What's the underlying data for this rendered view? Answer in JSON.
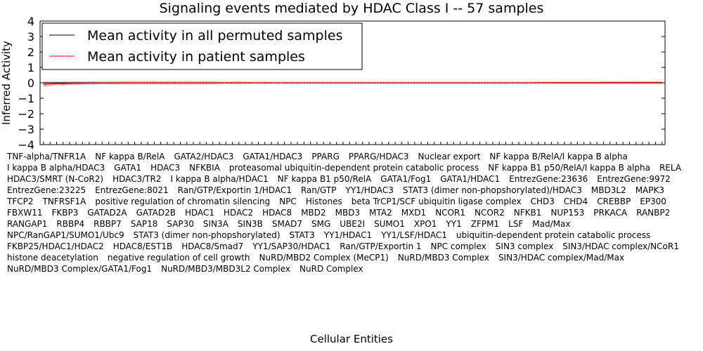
{
  "chart_data": {
    "type": "line",
    "title": "Signaling events mediated by HDAC Class I -- 57 samples",
    "xlabel": "Cellular Entities",
    "ylabel": "Inferred Activity",
    "ylim": [
      -4,
      4
    ],
    "yticks": [
      "4",
      "3",
      "2",
      "1",
      "0",
      "−1",
      "−2",
      "−3",
      "−4"
    ],
    "grid": false,
    "legend_position": "top-left",
    "categories": [
      "TNF-alpha/TNFR1A",
      "NF kappa B/RelA",
      "GATA2/HDAC3",
      "GATA1/HDAC3",
      "PPARG",
      "PPARG/HDAC3",
      "Nuclear export",
      "NF kappa B/RelA/I kappa B alpha",
      "I kappa B alpha/HDAC3",
      "GATA1",
      "HDAC3",
      "NFKBIA",
      "proteasomal ubiquitin-dependent protein catabolic process",
      "NF kappa B1 p50/RelA/I kappa B alpha",
      "RELA",
      "HDAC3/SMRT (N-CoR2)",
      "HDAC3/TR2",
      "I kappa B alpha/HDAC1",
      "NF kappa B1 p50/RelA",
      "GATA1/Fog1",
      "GATA1/HDAC1",
      "EntrezGene:23636",
      "EntrezGene:9972",
      "EntrezGene:23225",
      "EntrezGene:8021",
      "Ran/GTP/Exportin 1/HDAC1",
      "Ran/GTP",
      "YY1/HDAC3",
      "STAT3 (dimer non-phopshorylated)/HDAC3",
      "MBD3L2",
      "MAPK3",
      "TFCP2",
      "TNFRSF1A",
      "positive regulation of chromatin silencing",
      "NPC",
      "Histones",
      "beta TrCP1/SCF ubiquitin ligase complex",
      "CHD3",
      "CHD4",
      "CREBBP",
      "EP300",
      "FBXW11",
      "FKBP3",
      "GATAD2A",
      "GATAD2B",
      "HDAC1",
      "HDAC2",
      "HDAC8",
      "MBD2",
      "MBD3",
      "MTA2",
      "MXD1",
      "NCOR1",
      "NCOR2",
      "NFKB1",
      "NUP153",
      "PRKACA",
      "RANBP2",
      "RANGAP1",
      "RBBP4",
      "RBBP7",
      "SAP18",
      "SAP30",
      "SIN3A",
      "SIN3B",
      "SMAD7",
      "SMG",
      "UBE2I",
      "SUMO1",
      "XPO1",
      "YY1",
      "ZFPM1",
      "LSF",
      "Mad/Max",
      "NPC/RanGAP1/SUMO1/Ubc9",
      "STAT3 (dimer non-phopshorylated)",
      "STAT3",
      "YY1/HDAC1",
      "YY1/LSF/HDAC1",
      "ubiquitin-dependent protein catabolic process",
      "FKBP25/HDAC1/HDAC2",
      "HDAC8/EST1B",
      "HDAC8/Smad7",
      "YY1/SAP30/HDAC1",
      "Ran/GTP/Exportin 1",
      "NPC complex",
      "SIN3 complex",
      "SIN3/HDAC complex/NCoR1",
      "histone deacetylation",
      "negative regulation of cell growth",
      "NuRD/MBD2 Complex (MeCP1)",
      "NuRD/MBD3 Complex",
      "SIN3/HDAC complex/Mad/Max",
      "NuRD/MBD3 Complex/GATA1/Fog1",
      "NuRD/MBD3/MBD3L2 Complex",
      "NuRD Complex"
    ],
    "series": [
      {
        "name": "Mean activity in all permuted samples",
        "color": "#000000",
        "band_color": "#d3d3d3",
        "values": [
          0,
          0,
          0,
          0,
          0,
          0,
          0,
          0,
          0,
          0,
          0,
          0,
          0,
          0,
          0,
          0,
          0,
          0,
          0,
          0,
          0,
          0,
          0,
          0,
          0,
          0,
          0,
          0,
          0,
          0,
          0,
          0,
          0,
          0,
          0,
          0,
          0,
          0,
          0,
          0,
          0,
          0,
          0,
          0,
          0,
          0,
          0,
          0,
          0,
          0,
          0,
          0,
          0,
          0,
          0,
          0,
          0,
          0,
          0,
          0,
          0,
          0,
          0,
          0,
          0,
          0,
          0,
          0,
          0,
          0,
          0,
          0,
          0,
          0,
          0,
          0,
          0,
          0,
          0,
          0,
          0,
          0,
          0,
          0,
          0,
          0,
          0,
          0,
          0,
          0,
          0,
          0,
          0,
          0,
          0,
          0
        ],
        "band": [
          0.1,
          0.1,
          0.1,
          0.1,
          0.1,
          0.1,
          0.1,
          0.1,
          0.1,
          0.1,
          0.1,
          0.1,
          0.1,
          0.1,
          0.1,
          0.1,
          0.1,
          0.1,
          0.1,
          0.1,
          0.1,
          0.1,
          0.1,
          0.1,
          0.1,
          0.1,
          0.1,
          0.1,
          0.1,
          0.1,
          0.1,
          0.1,
          0.1,
          0.1,
          0.1,
          0.1,
          0.1,
          0.1,
          0.1,
          0.1,
          0.1,
          0.1,
          0.1,
          0.1,
          0.1,
          0.1,
          0.1,
          0.1,
          0.1,
          0.1,
          0.1,
          0.1,
          0.1,
          0.1,
          0.1,
          0.1,
          0.1,
          0.1,
          0.1,
          0.1,
          0.1,
          0.1,
          0.1,
          0.1,
          0.1,
          0.1,
          0.1,
          0.1,
          0.1,
          0.1,
          0.1,
          0.1,
          0.1,
          0.1,
          0.1,
          0.1,
          0.1,
          0.1,
          0.1,
          0.1,
          0.1,
          0.1,
          0.1,
          0.1,
          0.1,
          0.1,
          0.1,
          0.1,
          0.1,
          0.1,
          0.1,
          0.1,
          0.1,
          0.1,
          0.1,
          0.1
        ]
      },
      {
        "name": "Mean activity in patient samples",
        "color": "#ff0000",
        "band_color": "#f4a0a0",
        "values": [
          -0.09,
          -0.07,
          -0.05,
          -0.05,
          -0.04,
          -0.03,
          -0.03,
          -0.02,
          -0.02,
          -0.01,
          -0.01,
          -0.01,
          0,
          0,
          0,
          0,
          0,
          0,
          0,
          0,
          0,
          0,
          0,
          0,
          0,
          0,
          0,
          0,
          0,
          0,
          0,
          0,
          0,
          0,
          0,
          0,
          0,
          0,
          0,
          0,
          0,
          0,
          0,
          0,
          0,
          0,
          0,
          0,
          0,
          0,
          0,
          0,
          0,
          0,
          0,
          0,
          0,
          0,
          0,
          0,
          0,
          0,
          0,
          0,
          0,
          0,
          0,
          0,
          0,
          0,
          0,
          0,
          0,
          0,
          0,
          0,
          0.01,
          0.01,
          0.01,
          0.02,
          0.02,
          0.02,
          0.02,
          0.02,
          0.02,
          0.02,
          0.03,
          0.03,
          0.03,
          0.03,
          0.03,
          0.03,
          0.03,
          0.03,
          0.03,
          0.03
        ],
        "band": [
          0.18,
          0.15,
          0.1,
          0.14,
          0.1,
          0.12,
          0.1,
          0.1,
          0.1,
          0.08,
          0.1,
          0.1,
          0.1,
          0.1,
          0.1,
          0.1,
          0.1,
          0.1,
          0.1,
          0.1,
          0.1,
          0.1,
          0.1,
          0.1,
          0.1,
          0.1,
          0.1,
          0.06,
          0.04,
          0.07,
          0.07,
          0.06,
          0.03,
          0.02,
          0.05,
          0.03,
          0.01,
          0.01,
          0.01,
          0.01,
          0.01,
          0.01,
          0.01,
          0.01,
          0.01,
          0.01,
          0.01,
          0.01,
          0.01,
          0.01,
          0.01,
          0.01,
          0.01,
          0.01,
          0.01,
          0.01,
          0.01,
          0.01,
          0.01,
          0.01,
          0.01,
          0.01,
          0.01,
          0.01,
          0.01,
          0.01,
          0.01,
          0.01,
          0.01,
          0.01,
          0.01,
          0.01,
          0.01,
          0.02,
          0.02,
          0.02,
          0.02,
          0.01,
          0.02,
          0.02,
          0.02,
          0.02,
          0.01,
          0.01,
          0.02,
          0.01,
          0.01,
          0.01,
          0.01,
          0.01,
          0.01,
          0.01,
          0.01,
          0.01,
          0.01,
          0.01
        ]
      }
    ]
  }
}
